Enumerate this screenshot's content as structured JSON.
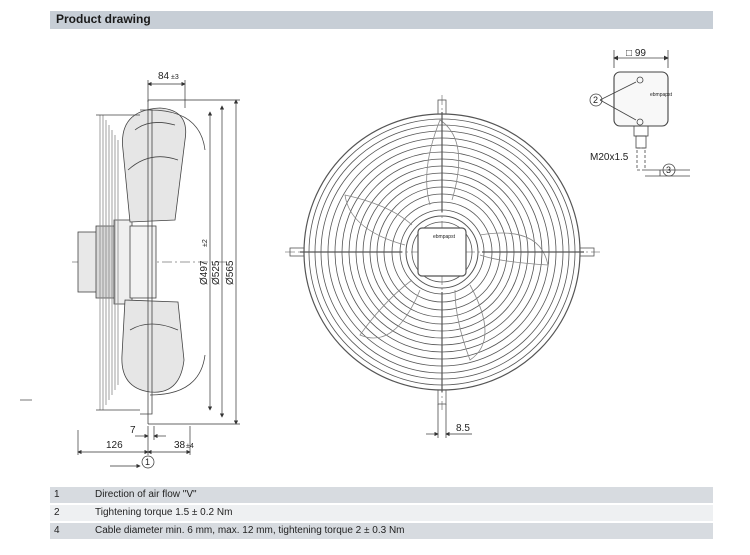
{
  "header": {
    "title": "Product drawing"
  },
  "side_view": {
    "dim_top": "84",
    "dim_top_tol": "±3",
    "dia_inner": "Ø497",
    "dia_inner_tol": "±2",
    "dia_mid": "Ø525",
    "dia_outer": "Ø565",
    "dim_bottom_small": "7",
    "dim_bottom_left": "126",
    "dim_bottom_right": "38",
    "dim_bottom_right_tol": "±4",
    "callout_airflow": "1"
  },
  "front_view": {
    "dim_bolt": "8.5",
    "brand_text": "ebmpapst"
  },
  "terminal_box": {
    "dim_top": "□ 99",
    "callout_torque": "2",
    "thread": "M20x1.5",
    "callout_cable": "3",
    "brand_text": "ebmpapst"
  },
  "legend": [
    {
      "num": "1",
      "text": "Direction of air flow \"V\""
    },
    {
      "num": "2",
      "text": "Tightening torque 1.5 ± 0.2 Nm"
    },
    {
      "num": "4",
      "text": "Cable diameter min. 6 mm, max. 12 mm, tightening torque 2 ± 0.3 Nm"
    }
  ]
}
